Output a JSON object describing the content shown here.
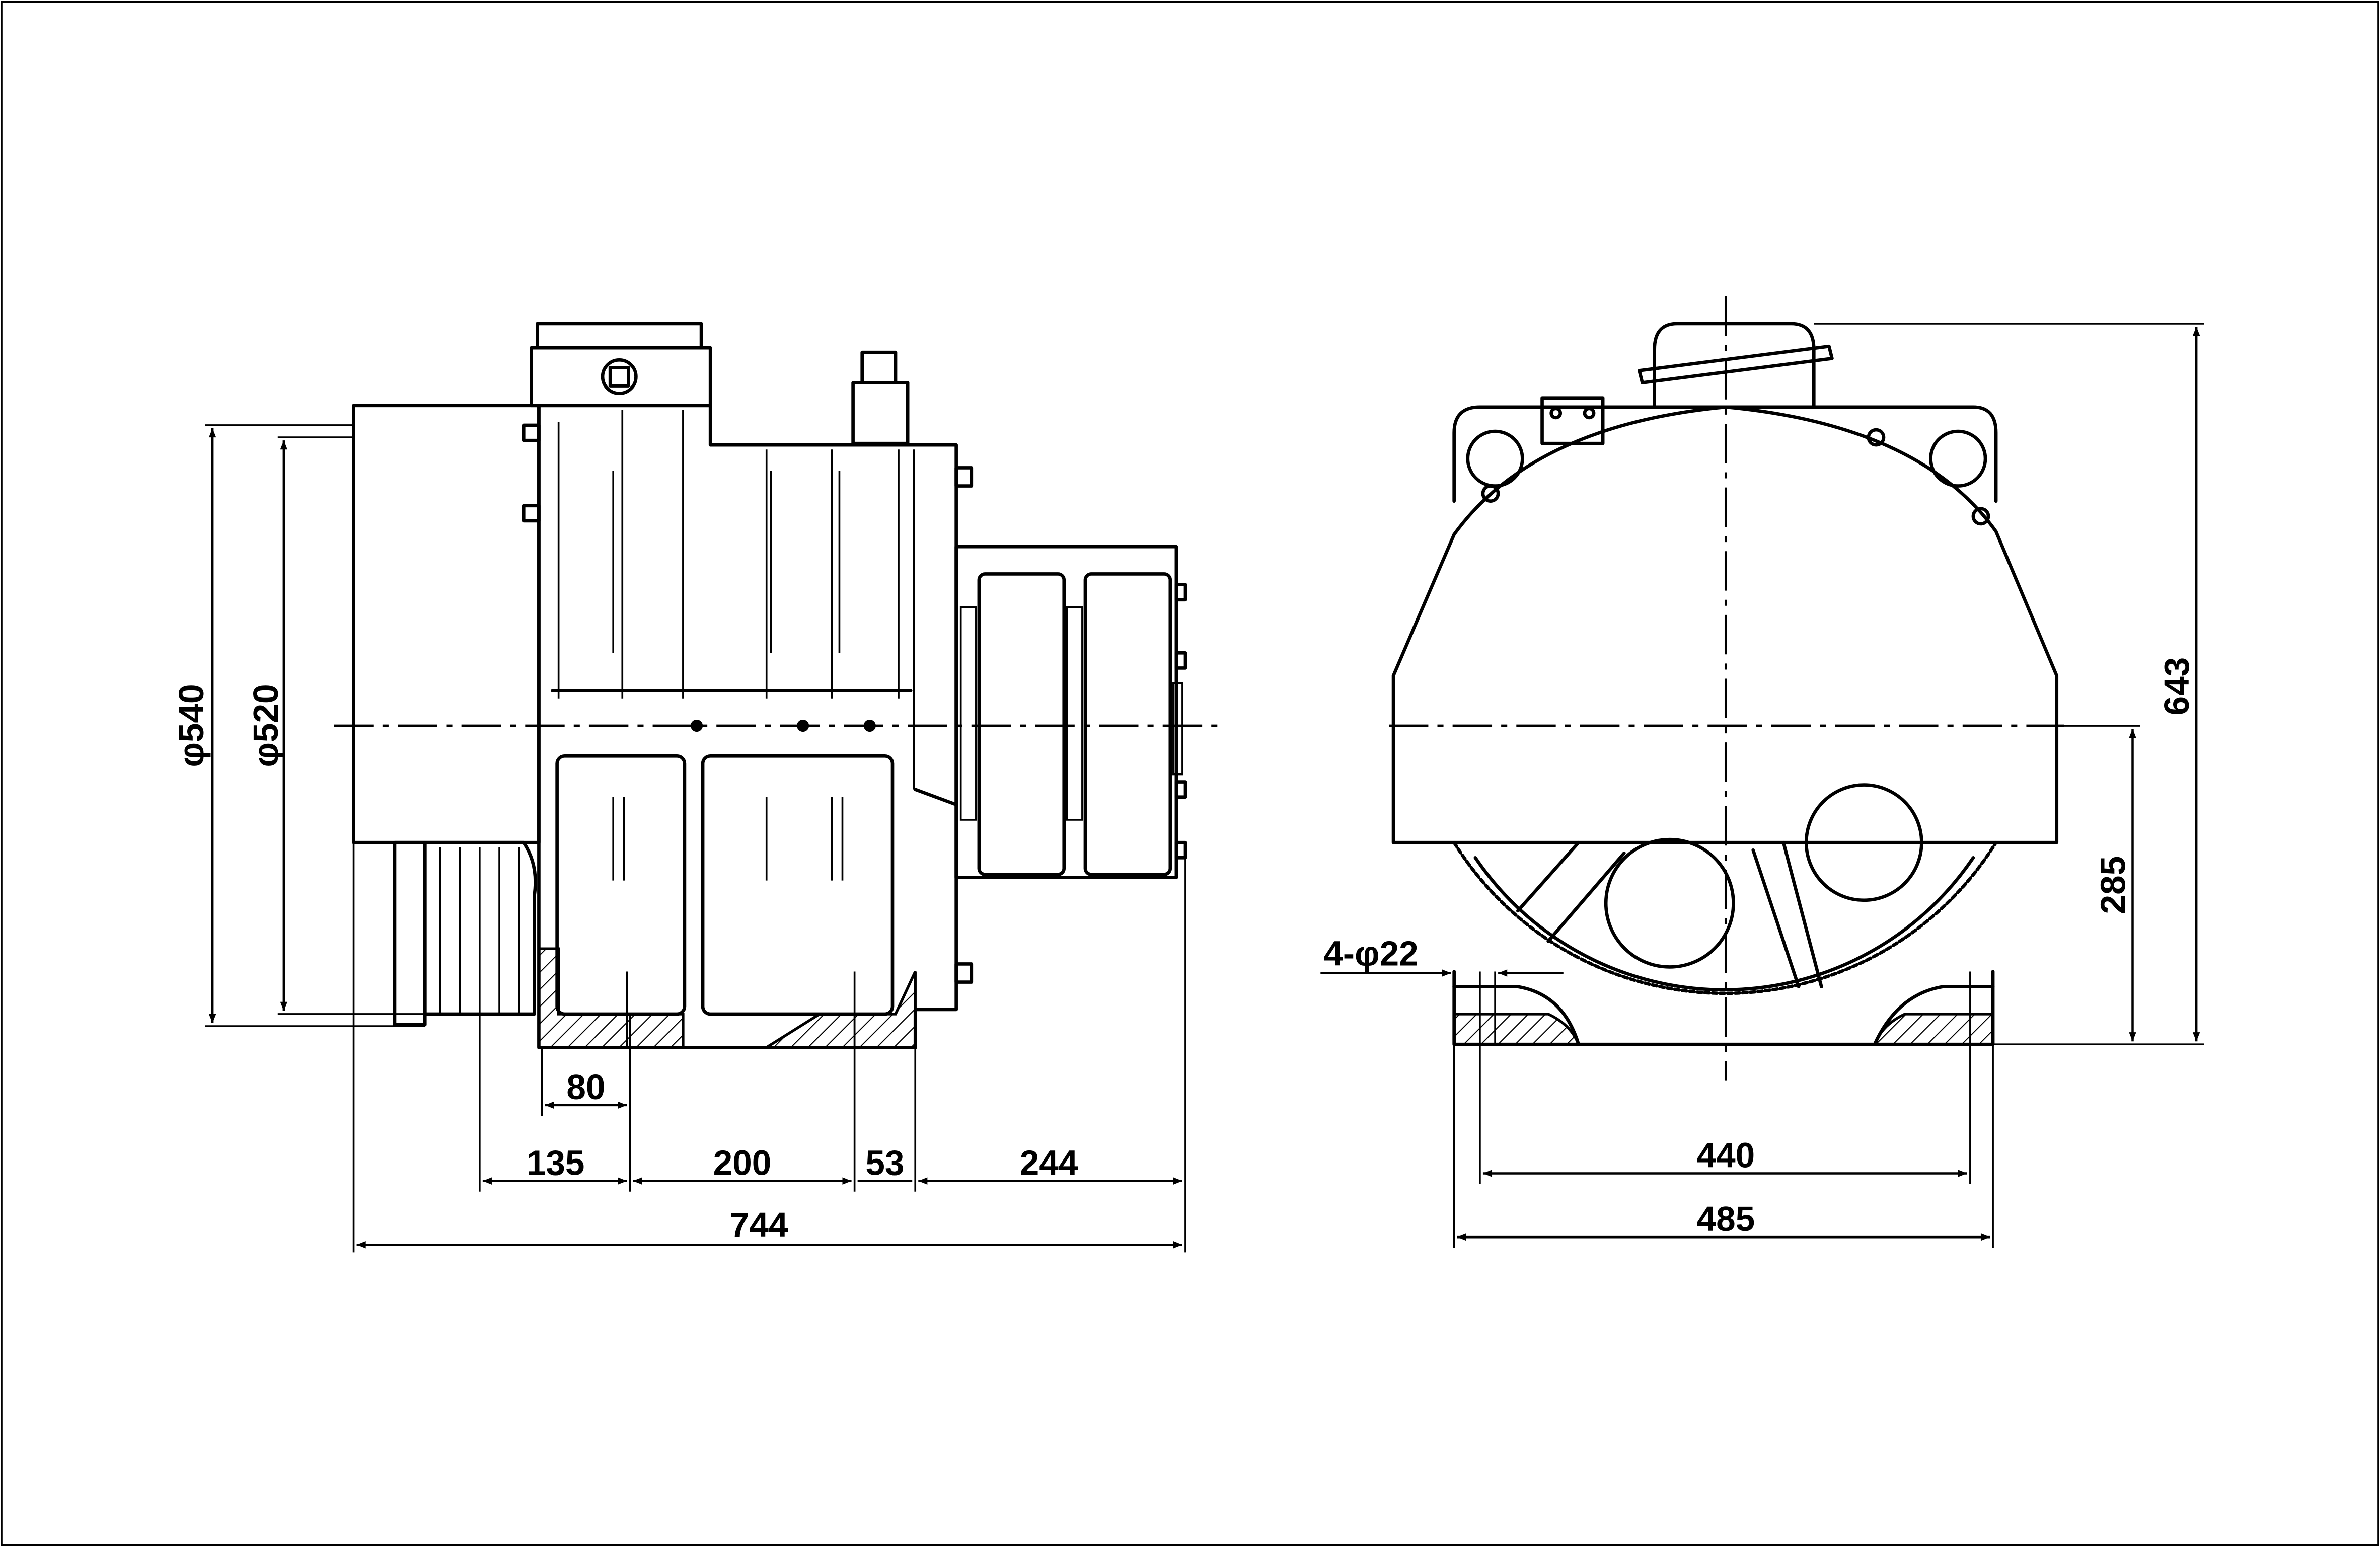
{
  "drawing": {
    "side_view": {
      "dimensions": {
        "outer_diameter": "φ540",
        "inner_diameter": "φ520",
        "base_foot": "80",
        "seg_1": "135",
        "seg_2": "200",
        "seg_3": "53",
        "seg_4": "244",
        "overall_length": "744"
      }
    },
    "front_view": {
      "dimensions": {
        "mounting_holes": "4-φ22",
        "hole_spacing": "440",
        "base_width": "485",
        "center_height": "285",
        "overall_height": "643"
      }
    }
  }
}
